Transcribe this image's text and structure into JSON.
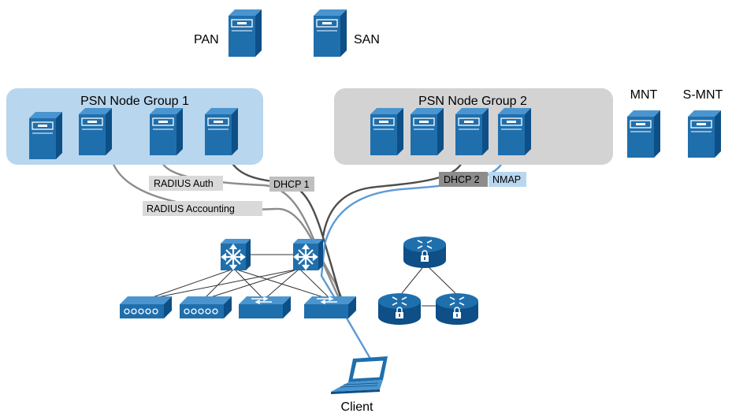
{
  "top_servers": [
    {
      "label": "PAN"
    },
    {
      "label": "SAN"
    }
  ],
  "groups": [
    {
      "title": "PSN Node Group 1",
      "fill": "#b8d6ee",
      "node_count": 4
    },
    {
      "title": "PSN Node Group 2",
      "fill": "#d3d3d3",
      "node_count": 4
    }
  ],
  "monitoring": [
    {
      "label": "MNT"
    },
    {
      "label": "S-MNT"
    }
  ],
  "links": [
    {
      "label": "RADIUS Auth",
      "bg": "#d9d9d9",
      "line": "#8c8c8c"
    },
    {
      "label": "RADIUS Accounting",
      "bg": "#d9d9d9",
      "line": "#8c8c8c"
    },
    {
      "label": "DHCP 1",
      "bg": "#bfbfbf",
      "line": "#4d4d4d"
    },
    {
      "label": "DHCP 2",
      "bg": "#8c8c8c",
      "line": "#4d4d4d"
    },
    {
      "label": "NMAP",
      "bg": "#b8d6ee",
      "line": "#5b9bd5"
    }
  ],
  "client": {
    "label": "Client"
  },
  "colors": {
    "device_blue": "#1f6fad",
    "device_dark": "#0d4f86",
    "device_light": "#4a95cf"
  },
  "icons": [
    "server-icon",
    "layer3-switch-icon",
    "hub-icon",
    "switch-icon",
    "router-icon",
    "laptop-icon"
  ]
}
